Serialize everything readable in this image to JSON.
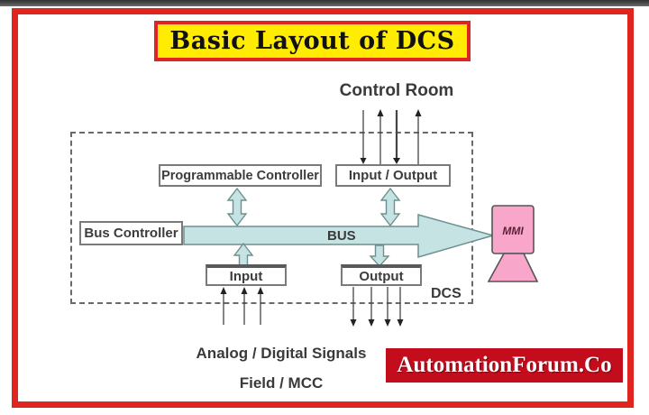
{
  "title": "Basic Layout of DCS",
  "labels": {
    "control_room": "Control Room",
    "bus": "BUS",
    "dcs": "DCS",
    "analog_digital_signals": "Analog / Digital Signals",
    "field_mcc": "Field / MCC"
  },
  "blocks": {
    "programmable_controller": "Programmable Controller",
    "input_output": "Input / Output",
    "bus_controller": "Bus Controller",
    "input": "Input",
    "output": "Output",
    "mmi": "MMI"
  },
  "brand": "AutomationForum.Co",
  "colors": {
    "frame_red": "#e0241f",
    "title_bg": "#ffec00",
    "title_border": "#e0241f",
    "bus_fill": "#c6e3e3",
    "bus_stroke": "#6e8f8f",
    "mmi_fill": "#f9a6cb",
    "mmi_stroke": "#555555",
    "brand_bg": "#c30d1d",
    "brand_text": "#ffffff",
    "diagram_text": "#3a3a3a",
    "line_color": "#444444"
  }
}
